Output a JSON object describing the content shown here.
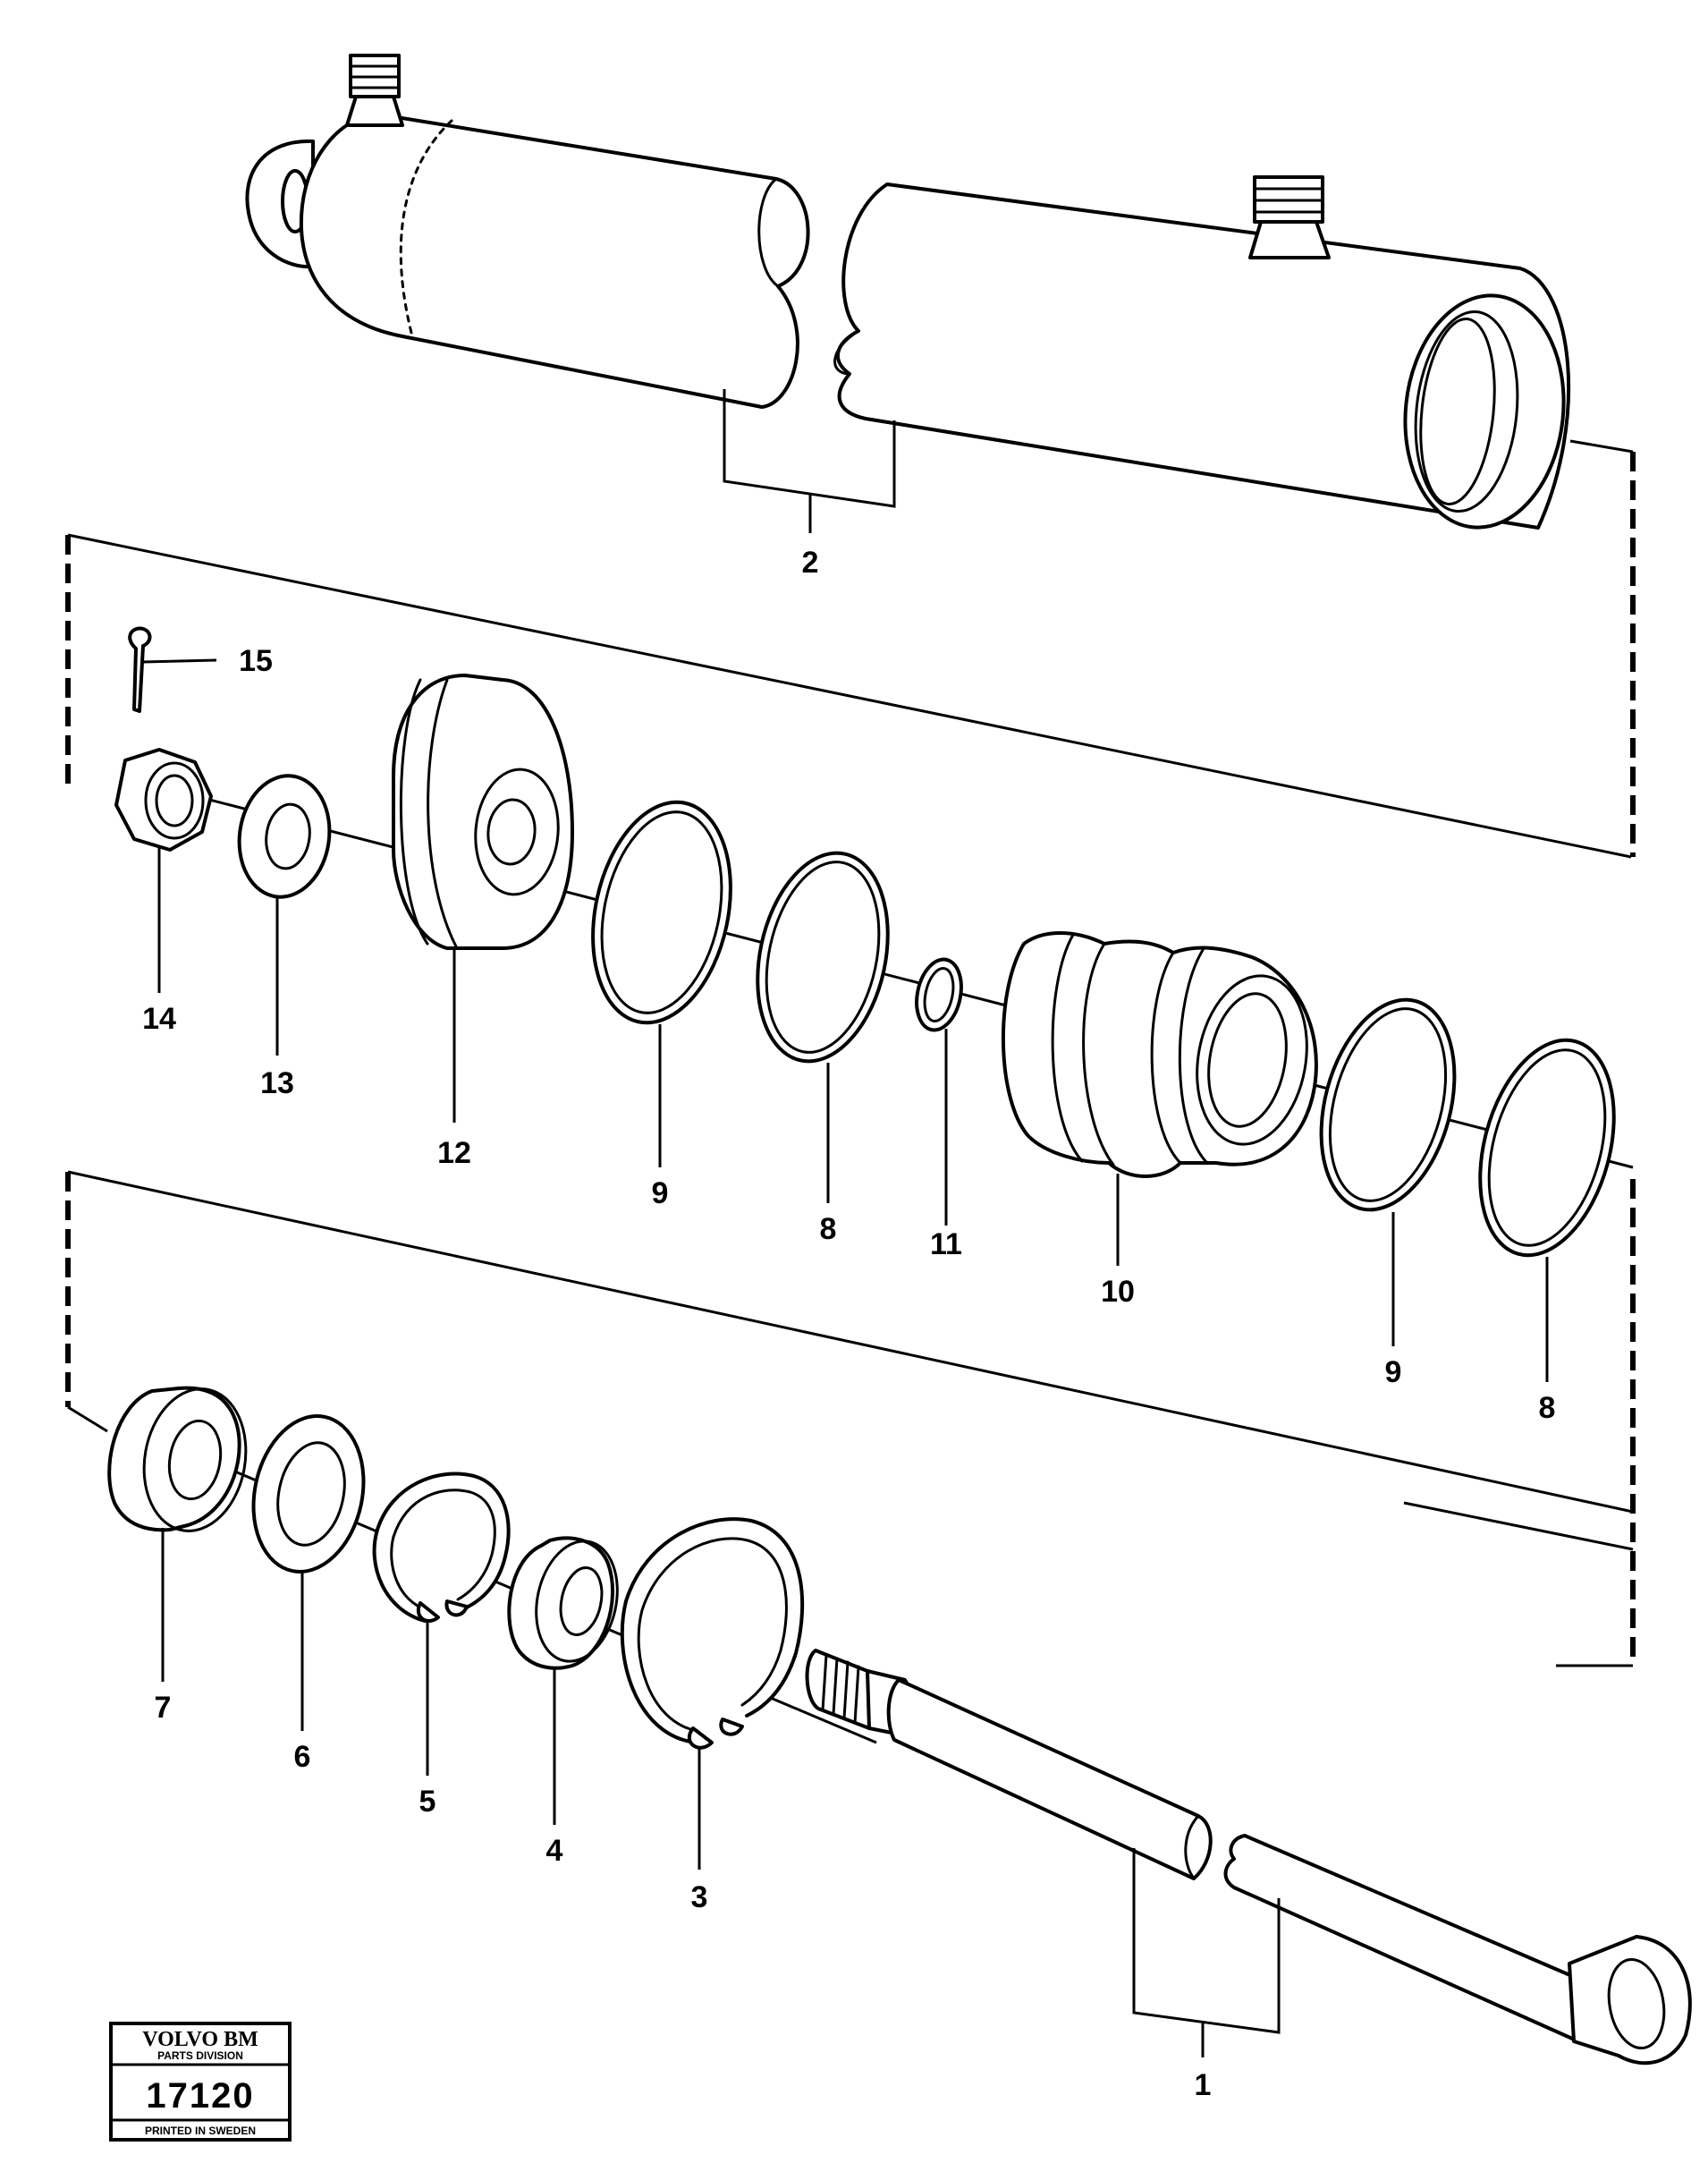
{
  "callouts": {
    "c1": "1",
    "c2": "2",
    "c3": "3",
    "c4": "4",
    "c5": "5",
    "c6": "6",
    "c7": "7",
    "c8a": "8",
    "c8b": "8",
    "c9a": "9",
    "c9b": "9",
    "c10": "10",
    "c11": "11",
    "c12": "12",
    "c13": "13",
    "c14": "14",
    "c15": "15"
  },
  "stamp": {
    "brand": "VOLVO BM",
    "division": "PARTS DIVISION",
    "number": "17120",
    "footer": "PRINTED IN SWEDEN"
  }
}
